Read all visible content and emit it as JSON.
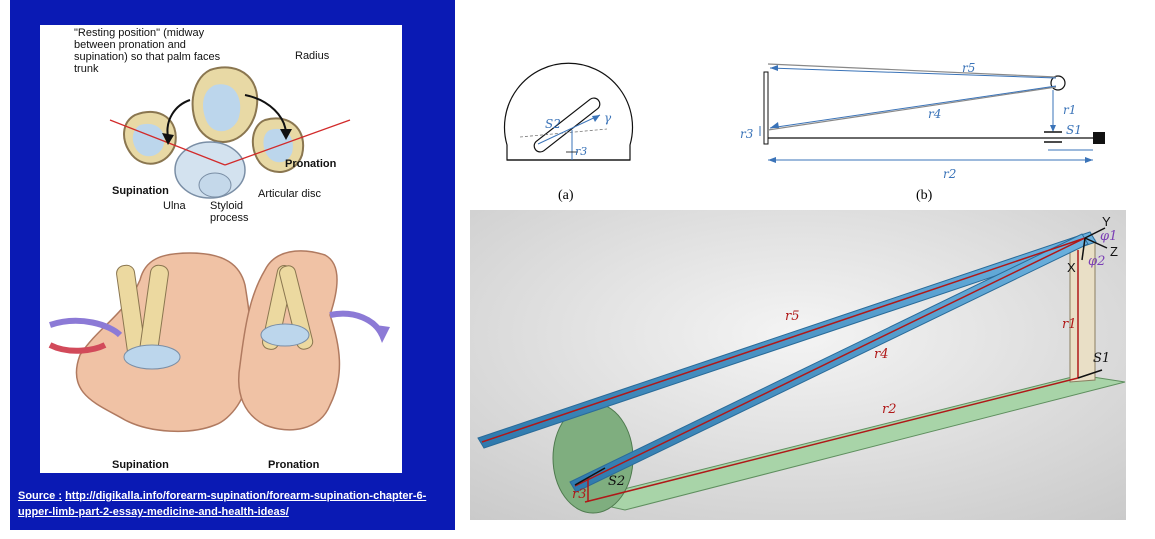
{
  "anatomy": {
    "labels": {
      "resting": "\"Resting position\" (midway between pronation and supination) so that palm faces trunk",
      "radius": "Radius",
      "pronation_top": "Pronation",
      "supination_top": "Supination",
      "articular_disc": "Articular disc",
      "ulna": "Ulna",
      "styloid": "Styloid process",
      "supination_bottom": "Supination",
      "pronation_bottom": "Pronation"
    },
    "source_label": "Source :",
    "source_url": "http://digikalla.info/forearm-supination/forearm-supination-chapter-6-upper-limb-part-2-essay-medicine-and-health-ideas/"
  },
  "diagram_a": {
    "caption": "(a)",
    "labels": {
      "s2": "S2",
      "gamma": "γ",
      "r3": "r3"
    }
  },
  "diagram_b": {
    "caption": "(b)",
    "labels": {
      "r5": "r5",
      "r4": "r4",
      "r3": "r3",
      "r1": "r1",
      "s1": "S1",
      "r2": "r2"
    }
  },
  "cad": {
    "labels": {
      "r5": "r5",
      "r4": "r4",
      "r2": "r2",
      "r1": "r1",
      "r3": "r3",
      "s1": "S1",
      "s2": "S2",
      "x": "X",
      "y": "Y",
      "z": "Z",
      "phi1": "φ1",
      "phi2": "φ2"
    },
    "colors": {
      "rod": "#3e8fc6",
      "base": "#a8d4a8",
      "vector": "#b01818",
      "phi": "#7b3fb5"
    }
  }
}
